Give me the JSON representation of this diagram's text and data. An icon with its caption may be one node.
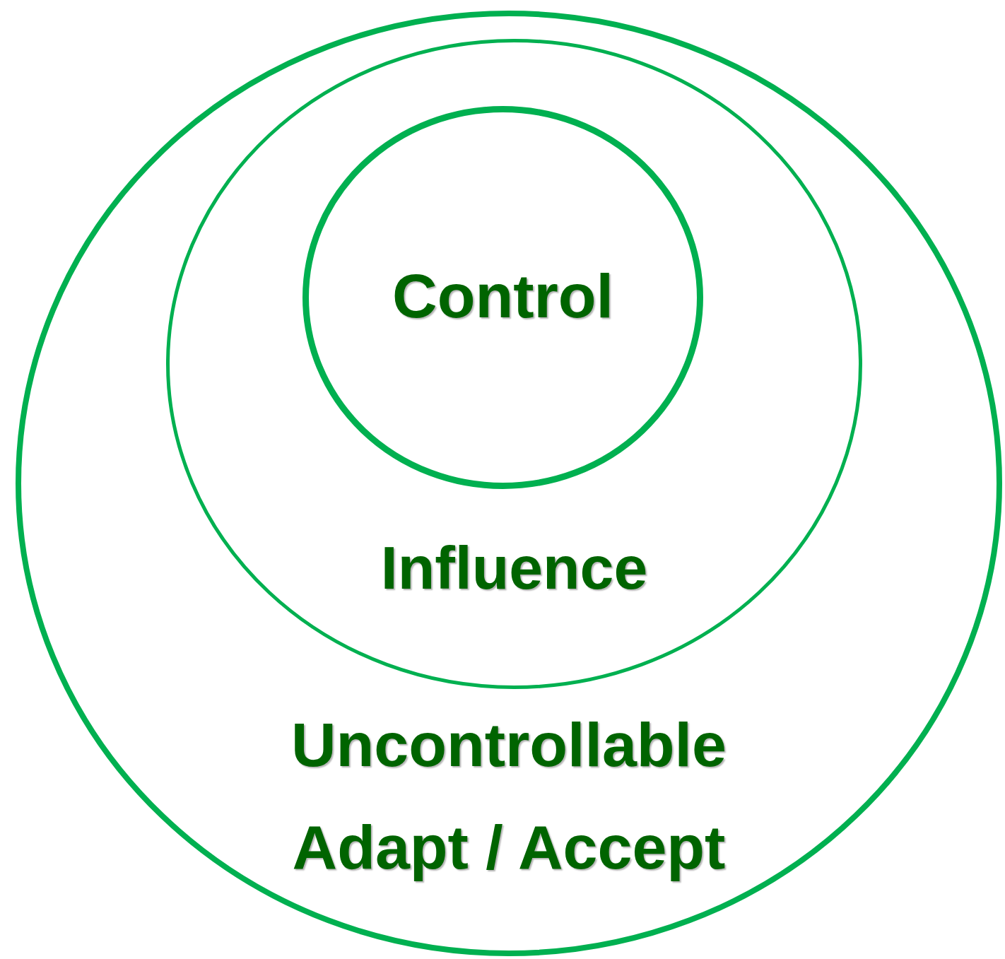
{
  "diagram": {
    "nodes": [
      {
        "text": [
          "Uncontrollable",
          "Adapt / Accept"
        ]
      },
      {
        "text": [
          "Influence"
        ],
        "in": 0
      },
      {
        "text": [
          "Control"
        ],
        "in": 1
      }
    ]
  }
}
